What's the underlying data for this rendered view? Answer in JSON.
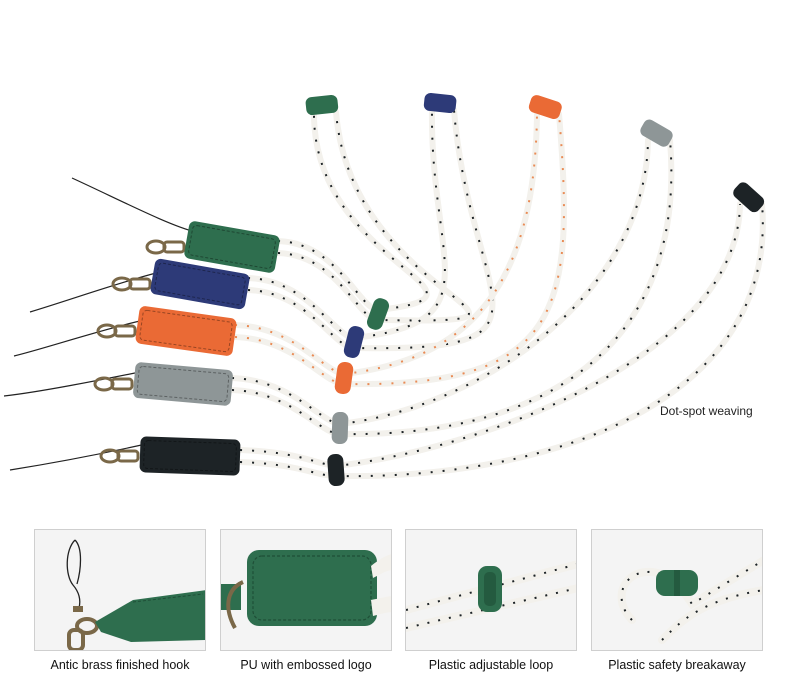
{
  "feature_label": "Dot-spot weaving",
  "panels": [
    {
      "caption": "Antic brass finished hook"
    },
    {
      "caption": "PU with embossed logo"
    },
    {
      "caption": "Plastic adjustable loop"
    },
    {
      "caption": "Plastic safety breakaway"
    }
  ],
  "variant_colors": [
    "#2e6e4e",
    "#2d3a78",
    "#ea6a35",
    "#8e9697",
    "#1d2326"
  ],
  "cord_color": "#f3f1ec",
  "brass_color": "#7a6848"
}
